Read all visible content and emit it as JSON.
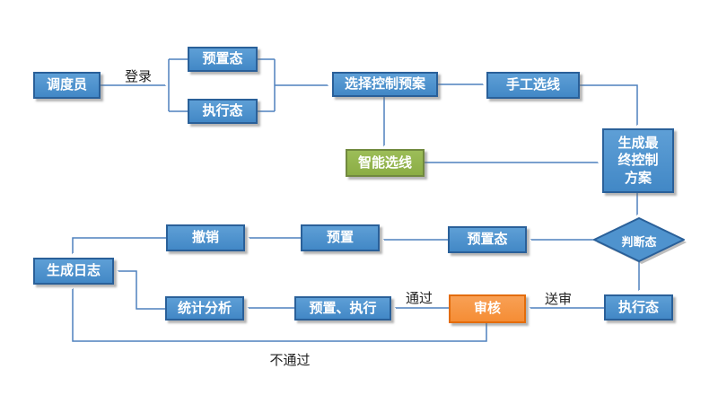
{
  "diagram": {
    "type": "flowchart",
    "colors": {
      "node_fill_blue": "#4f93ce",
      "node_border_blue": "#2a6099",
      "node_fill_green": "#94b64e",
      "node_border_green": "#71893f",
      "node_fill_orange": "#f79646",
      "node_border_orange": "#e36c0a",
      "connector_line": "#4f81bd",
      "node_text": "#ffffff",
      "label_text": "#222222",
      "background": "#ffffff"
    },
    "nodes": {
      "dispatcher": {
        "label": "调度员",
        "shape": "rect",
        "color": "blue"
      },
      "preset_state_top": {
        "label": "预置态",
        "shape": "rect",
        "color": "blue"
      },
      "exec_state_top": {
        "label": "执行态",
        "shape": "rect",
        "color": "blue"
      },
      "select_plan": {
        "label": "选择控制预案",
        "shape": "rect",
        "color": "blue"
      },
      "manual_line": {
        "label": "手工选线",
        "shape": "rect",
        "color": "blue"
      },
      "smart_line": {
        "label": "智能选线",
        "shape": "rect",
        "color": "green"
      },
      "final_plan": {
        "label": "生成最终控制方案",
        "shape": "rect",
        "color": "blue"
      },
      "judge_state": {
        "label": "判断态",
        "shape": "diamond",
        "color": "blue"
      },
      "preset_state_mid": {
        "label": "预置态",
        "shape": "rect",
        "color": "blue"
      },
      "preset": {
        "label": "预置",
        "shape": "rect",
        "color": "blue"
      },
      "revoke": {
        "label": "撤销",
        "shape": "rect",
        "color": "blue"
      },
      "gen_log": {
        "label": "生成日志",
        "shape": "rect",
        "color": "blue"
      },
      "exec_state_bottom": {
        "label": "执行态",
        "shape": "rect",
        "color": "blue"
      },
      "review": {
        "label": "审核",
        "shape": "rect",
        "color": "orange"
      },
      "preset_exec": {
        "label": "预置、执行",
        "shape": "rect",
        "color": "blue"
      },
      "stat_analysis": {
        "label": "统计分析",
        "shape": "rect",
        "color": "blue"
      }
    },
    "edge_labels": {
      "login": "登录",
      "pass": "通过",
      "submit_review": "送审",
      "fail": "不通过"
    },
    "edges": [
      "调度员 -登录-> {预置态, 执行态}",
      "{预置态, 执行态} -> 选择控制预案",
      "选择控制预案 -> 手工选线",
      "选择控制预案 -> 智能选线",
      "手工选线 -> 生成最终控制方案",
      "智能选线 -> 生成最终控制方案",
      "生成最终控制方案 -> 判断态",
      "判断态 -> 预置态(中)",
      "判断态 -> 执行态(下)",
      "预置态(中) -> 预置",
      "预置 -> 撤销",
      "撤销 -> 生成日志",
      "执行态(下) -送审-> 审核",
      "审核 -通过-> 预置、执行",
      "审核 -不通过-> 生成日志",
      "预置、执行 -> 统计分析",
      "统计分析 -> 生成日志"
    ]
  }
}
